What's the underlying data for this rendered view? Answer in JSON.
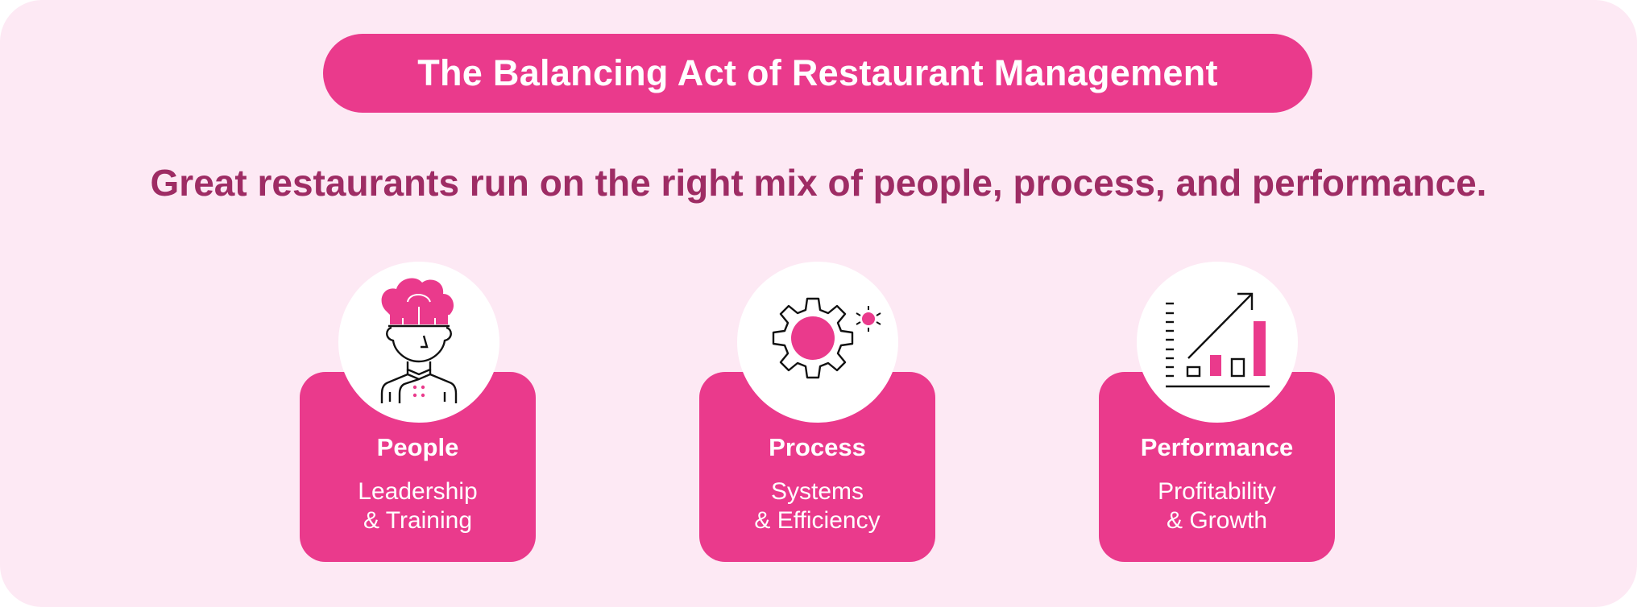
{
  "header": {
    "title": "The Balancing Act of Restaurant Management"
  },
  "subtitle": {
    "lead": "Great restaurants run on the right mix of ",
    "emphasis": "people, process, and performance."
  },
  "pillars": [
    {
      "icon": "chef-icon",
      "title": "People",
      "desc_line1": "Leadership",
      "desc_line2": "& Training"
    },
    {
      "icon": "gear-icon",
      "title": "Process",
      "desc_line1": "Systems",
      "desc_line2": "& Efficiency"
    },
    {
      "icon": "growth-chart-icon",
      "title": "Performance",
      "desc_line1": "Profitability",
      "desc_line2": "& Growth"
    }
  ],
  "colors": {
    "accent": "#ea3a8c",
    "background": "#fde9f4",
    "subtitle_text": "#9e2c64",
    "icon_stroke": "#111111"
  }
}
